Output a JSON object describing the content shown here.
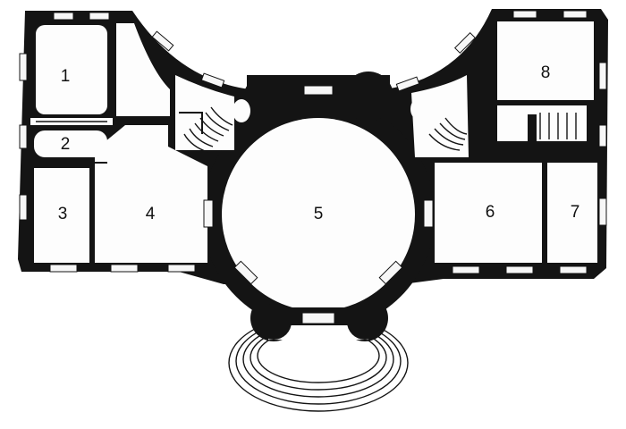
{
  "rooms": [
    {
      "id": "1",
      "label": "1"
    },
    {
      "id": "2",
      "label": "2"
    },
    {
      "id": "3",
      "label": "3"
    },
    {
      "id": "4",
      "label": "4"
    },
    {
      "id": "5",
      "label": "5"
    },
    {
      "id": "6",
      "label": "6"
    },
    {
      "id": "7",
      "label": "7"
    },
    {
      "id": "8",
      "label": "8"
    }
  ],
  "colors": {
    "wall": "#141414",
    "floor": "#fdfdfd",
    "background": "#ffffff"
  },
  "features": [
    "central-rotunda",
    "oval-entrance-steps",
    "left-staircase",
    "right-staircase"
  ]
}
